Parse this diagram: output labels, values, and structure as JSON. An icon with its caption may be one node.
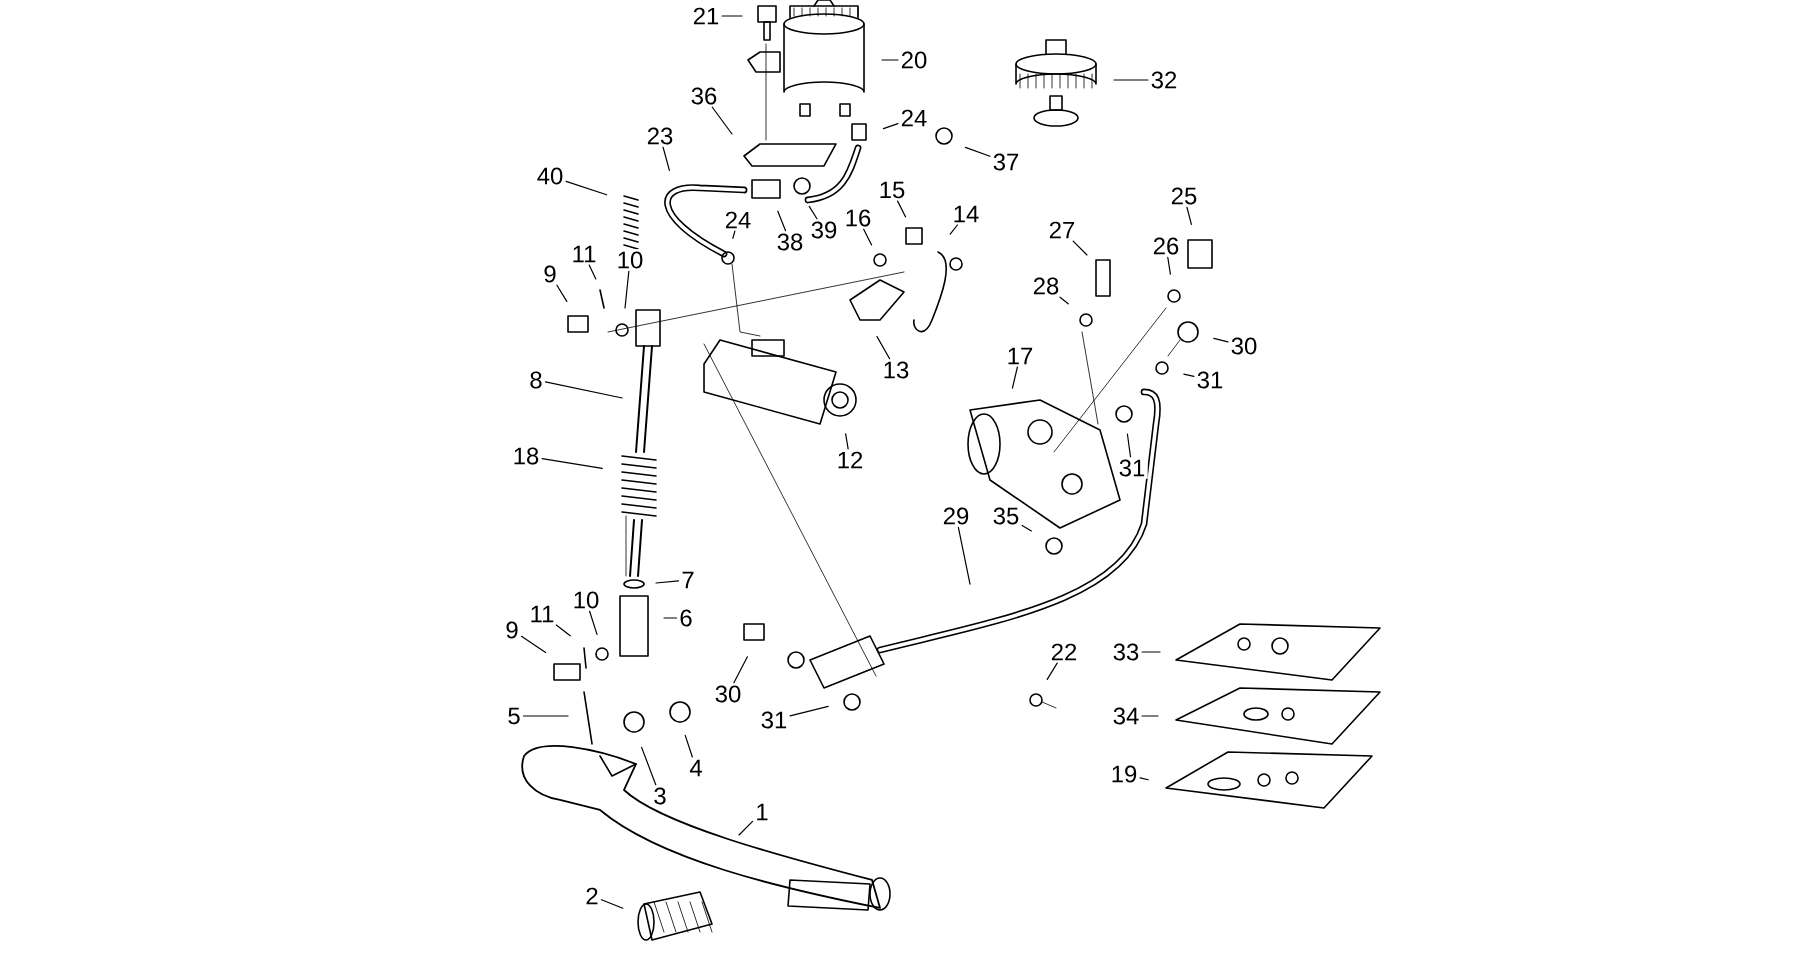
{
  "diagram": {
    "nodes": [
      {
        "text": [
          "21"
        ]
      },
      {
        "text": [
          "20"
        ]
      },
      {
        "text": [
          "32"
        ]
      },
      {
        "text": [
          "36"
        ]
      },
      {
        "text": [
          "24"
        ]
      },
      {
        "text": [
          "37"
        ]
      },
      {
        "text": [
          "23"
        ]
      },
      {
        "text": [
          "40"
        ]
      },
      {
        "text": [
          "24"
        ]
      },
      {
        "text": [
          "38"
        ]
      },
      {
        "text": [
          "39"
        ]
      },
      {
        "text": [
          "15"
        ]
      },
      {
        "text": [
          "16"
        ]
      },
      {
        "text": [
          "14"
        ]
      },
      {
        "text": [
          "25"
        ]
      },
      {
        "text": [
          "9"
        ]
      },
      {
        "text": [
          "11"
        ]
      },
      {
        "text": [
          "10"
        ]
      },
      {
        "text": [
          "27"
        ]
      },
      {
        "text": [
          "28"
        ]
      },
      {
        "text": [
          "26"
        ]
      },
      {
        "text": [
          "30"
        ]
      },
      {
        "text": [
          "31"
        ]
      },
      {
        "text": [
          "13"
        ]
      },
      {
        "text": [
          "17"
        ]
      },
      {
        "text": [
          "8"
        ]
      },
      {
        "text": [
          "31"
        ]
      },
      {
        "text": [
          "12"
        ]
      },
      {
        "text": [
          "18"
        ]
      },
      {
        "text": [
          "29"
        ]
      },
      {
        "text": [
          "35"
        ]
      },
      {
        "text": [
          "7"
        ]
      },
      {
        "text": [
          "6"
        ]
      },
      {
        "text": [
          "10"
        ]
      },
      {
        "text": [
          "11"
        ]
      },
      {
        "text": [
          "9"
        ]
      },
      {
        "text": [
          "22"
        ]
      },
      {
        "text": [
          "33"
        ]
      },
      {
        "text": [
          "30"
        ]
      },
      {
        "text": [
          "31"
        ]
      },
      {
        "text": [
          "34"
        ]
      },
      {
        "text": [
          "5"
        ]
      },
      {
        "text": [
          "4"
        ]
      },
      {
        "text": [
          "3"
        ]
      },
      {
        "text": [
          "19"
        ]
      },
      {
        "text": [
          "1"
        ]
      },
      {
        "text": [
          "2"
        ]
      }
    ],
    "edges": [
      {
        "from": 0,
        "to": null,
        "arrow": "none"
      },
      {
        "from": 1,
        "to": null,
        "arrow": "none"
      },
      {
        "from": 2,
        "to": null,
        "arrow": "none"
      },
      {
        "from": 3,
        "to": null,
        "arrow": "none"
      },
      {
        "from": 4,
        "to": null,
        "arrow": "none"
      },
      {
        "from": 5,
        "to": null,
        "arrow": "none"
      },
      {
        "from": 6,
        "to": null,
        "arrow": "none"
      },
      {
        "from": 7,
        "to": null,
        "arrow": "none"
      },
      {
        "from": 8,
        "to": null,
        "arrow": "none"
      },
      {
        "from": 9,
        "to": null,
        "arrow": "none"
      },
      {
        "from": 10,
        "to": null,
        "arrow": "none"
      },
      {
        "from": 11,
        "to": null,
        "arrow": "none"
      },
      {
        "from": 12,
        "to": null,
        "arrow": "none"
      },
      {
        "from": 13,
        "to": null,
        "arrow": "none"
      },
      {
        "from": 14,
        "to": null,
        "arrow": "none"
      },
      {
        "from": 15,
        "to": null,
        "arrow": "none"
      },
      {
        "from": 16,
        "to": null,
        "arrow": "none"
      },
      {
        "from": 17,
        "to": null,
        "arrow": "none"
      },
      {
        "from": 18,
        "to": null,
        "arrow": "none"
      },
      {
        "from": 19,
        "to": null,
        "arrow": "none"
      },
      {
        "from": 20,
        "to": null,
        "arrow": "none"
      },
      {
        "from": 21,
        "to": null,
        "arrow": "none"
      },
      {
        "from": 22,
        "to": null,
        "arrow": "none"
      },
      {
        "from": 23,
        "to": null,
        "arrow": "none"
      },
      {
        "from": 24,
        "to": null,
        "arrow": "none"
      },
      {
        "from": 25,
        "to": null,
        "arrow": "none"
      },
      {
        "from": 26,
        "to": null,
        "arrow": "none"
      },
      {
        "from": 27,
        "to": null,
        "arrow": "none"
      },
      {
        "from": 28,
        "to": null,
        "arrow": "none"
      },
      {
        "from": 29,
        "to": null,
        "arrow": "none"
      },
      {
        "from": 30,
        "to": null,
        "arrow": "none"
      },
      {
        "from": 31,
        "to": null,
        "arrow": "none"
      },
      {
        "from": 32,
        "to": null,
        "arrow": "none"
      },
      {
        "from": 33,
        "to": null,
        "arrow": "none"
      },
      {
        "from": 34,
        "to": null,
        "arrow": "none"
      },
      {
        "from": 35,
        "to": null,
        "arrow": "none"
      },
      {
        "from": 36,
        "to": null,
        "arrow": "none"
      },
      {
        "from": 37,
        "to": null,
        "arrow": "none"
      },
      {
        "from": 38,
        "to": null,
        "arrow": "none"
      },
      {
        "from": 39,
        "to": null,
        "arrow": "none"
      },
      {
        "from": 40,
        "to": null,
        "arrow": "none"
      },
      {
        "from": 41,
        "to": null,
        "arrow": "none"
      },
      {
        "from": 42,
        "to": null,
        "arrow": "none"
      },
      {
        "from": 43,
        "to": null,
        "arrow": "none"
      },
      {
        "from": 44,
        "to": null,
        "arrow": "none"
      },
      {
        "from": 45,
        "to": null,
        "arrow": "none"
      },
      {
        "from": 46,
        "to": null,
        "arrow": "none"
      }
    ]
  }
}
